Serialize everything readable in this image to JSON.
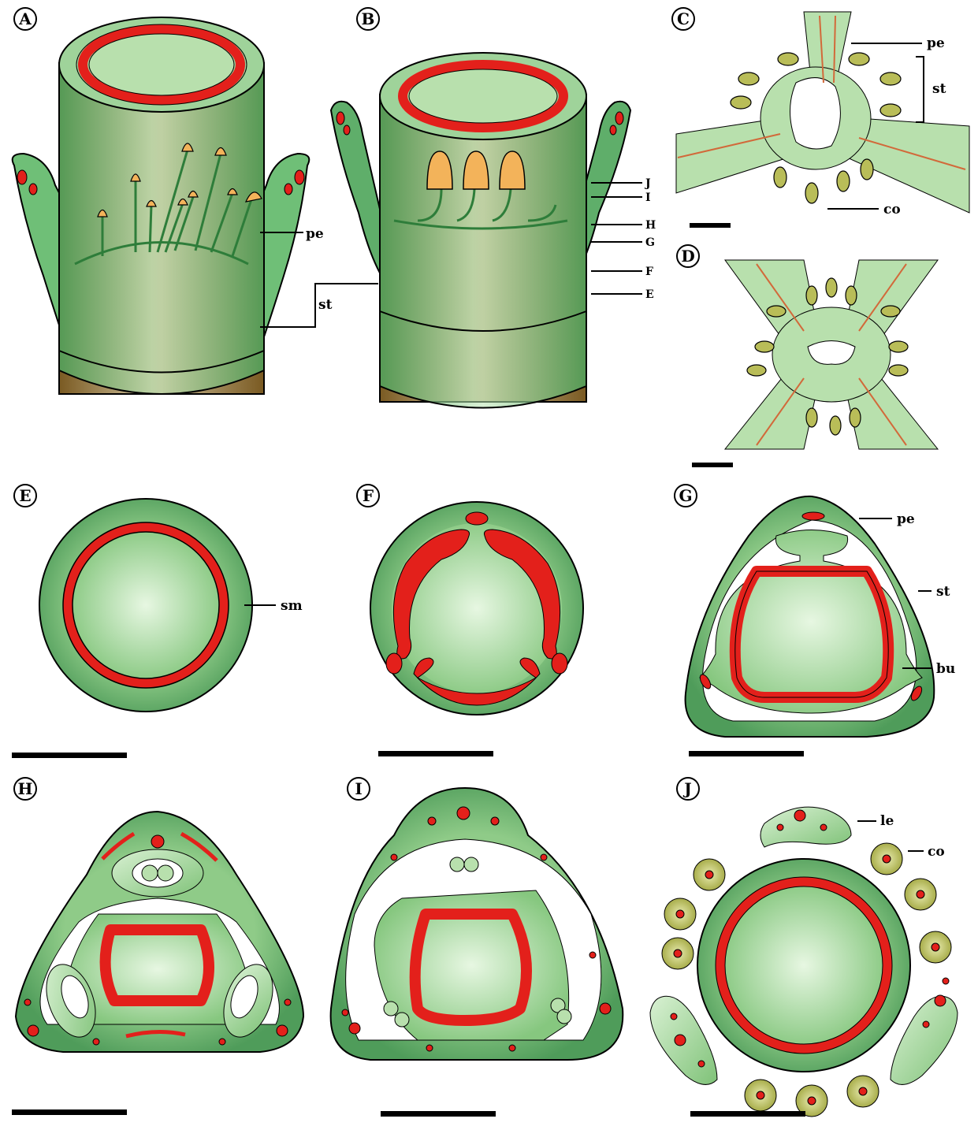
{
  "panels": {
    "A": {
      "letter": "A",
      "labels": {
        "pe": "pe",
        "st": "st"
      }
    },
    "B": {
      "letter": "B",
      "section_marks": [
        "J",
        "I",
        "H",
        "G",
        "F",
        "E"
      ]
    },
    "C": {
      "letter": "C",
      "labels": {
        "pe": "pe",
        "st": "st",
        "co": "co"
      }
    },
    "D": {
      "letter": "D"
    },
    "E": {
      "letter": "E",
      "labels": {
        "sm": "sm"
      }
    },
    "F": {
      "letter": "F"
    },
    "G": {
      "letter": "G",
      "labels": {
        "pe": "pe",
        "st": "st",
        "bu": "bu"
      }
    },
    "H": {
      "letter": "H"
    },
    "I": {
      "letter": "I"
    },
    "J": {
      "letter": "J",
      "labels": {
        "le": "le",
        "co": "co"
      }
    }
  },
  "colors": {
    "tissue_green": "#9fd39a",
    "tissue_green_dark": "#5fae6a",
    "tissue_light": "#d9f1d3",
    "vascular_red": "#e3201b",
    "pith_brown": "#9c7a3a",
    "stamen_yellow": "#b9bd58",
    "anther_orange": "#f3b35a",
    "scale_bar": "#000000"
  }
}
